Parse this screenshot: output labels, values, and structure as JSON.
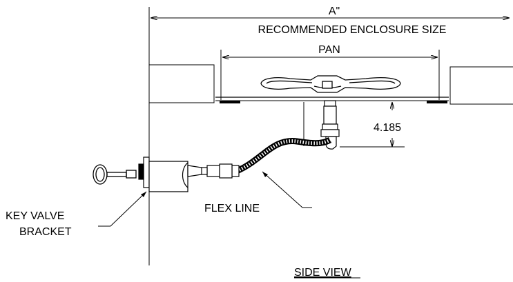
{
  "labels": {
    "a_dim": "A\"",
    "enclosure": "RECOMMENDED ENCLOSURE SIZE",
    "pan": "PAN",
    "height_dim": "4.185",
    "flex_line": "FLEX LINE",
    "key_valve_line1": "KEY VALVE",
    "key_valve_line2": "BRACKET",
    "view_title": "SIDE VIEW"
  }
}
